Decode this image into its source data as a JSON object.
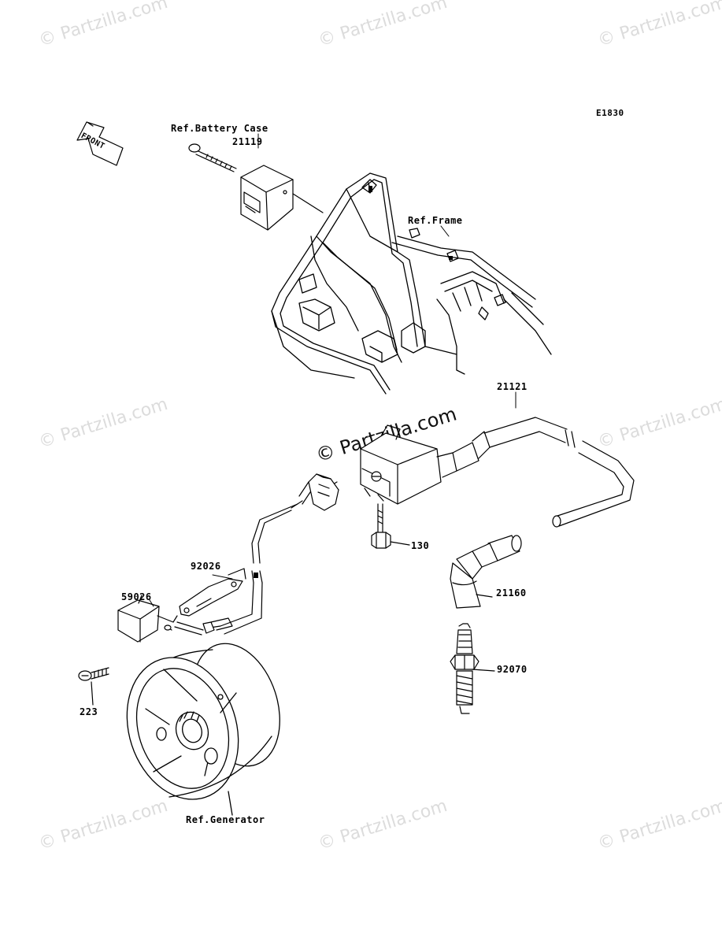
{
  "diagram_code": "E1830",
  "front_label": "FRONT",
  "watermark": "© Partzilla.com",
  "labels": {
    "ref_battery_case": "Ref.Battery Case",
    "p21119": "21119",
    "ref_frame": "Ref.Frame",
    "p21121": "21121",
    "p130": "130",
    "p21160": "21160",
    "p92070": "92070",
    "p92026": "92026",
    "p59026": "59026",
    "p223": "223",
    "ref_generator": "Ref.Generator"
  }
}
